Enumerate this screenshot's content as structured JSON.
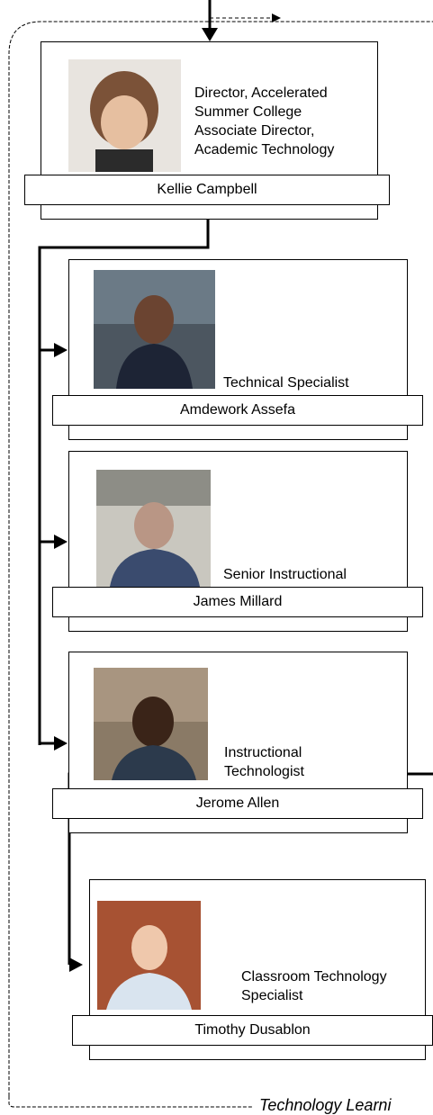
{
  "org": {
    "members": [
      {
        "name": "Kellie Campbell",
        "role": "Director, Accelerated\nSummer College\nAssociate Director,\nAcademic Technology",
        "avatar": "person-photo"
      },
      {
        "name": "Amdework Assefa",
        "role": "Technical Specialist",
        "avatar": "person-photo"
      },
      {
        "name": "James Millard",
        "role": "Senior Instructional\nDesigner/Technologist",
        "avatar": "person-photo"
      },
      {
        "name": "Jerome Allen",
        "role": "Instructional\nTechnologist",
        "avatar": "person-photo"
      },
      {
        "name": "Timothy Dusablon",
        "role": "Classroom Technology\nSpecialist",
        "avatar": "person-photo"
      }
    ],
    "footer": "Technology Learni"
  }
}
